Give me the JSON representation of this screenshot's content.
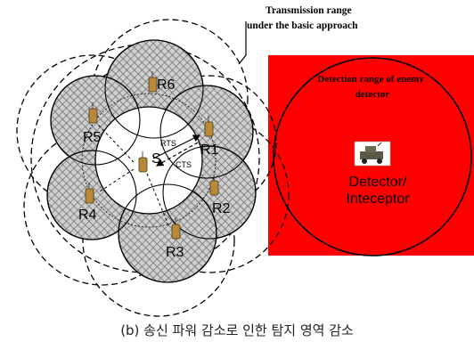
{
  "labels": {
    "tx_range_line1": "Transmission range",
    "tx_range_line2": "under the basic approach",
    "detection_line1": "Detection range of enemy",
    "detection_line2": "detector",
    "detector_line1": "Detector/",
    "detector_line2": "Inteceptor",
    "rts": "RTS",
    "cts": "CTS",
    "source": "S"
  },
  "nodes": [
    {
      "id": "R1",
      "label": "R1"
    },
    {
      "id": "R2",
      "label": "R2"
    },
    {
      "id": "R3",
      "label": "R3"
    },
    {
      "id": "R4",
      "label": "R4"
    },
    {
      "id": "R5",
      "label": "R5"
    },
    {
      "id": "R6",
      "label": "R6"
    }
  ],
  "caption": "(b) 송신 파워 감소로 인한 탐지 영역 감소",
  "colors": {
    "detection_zone": "#ff0000",
    "hatch": "#9a9a9a",
    "radio": "#b8893a"
  }
}
